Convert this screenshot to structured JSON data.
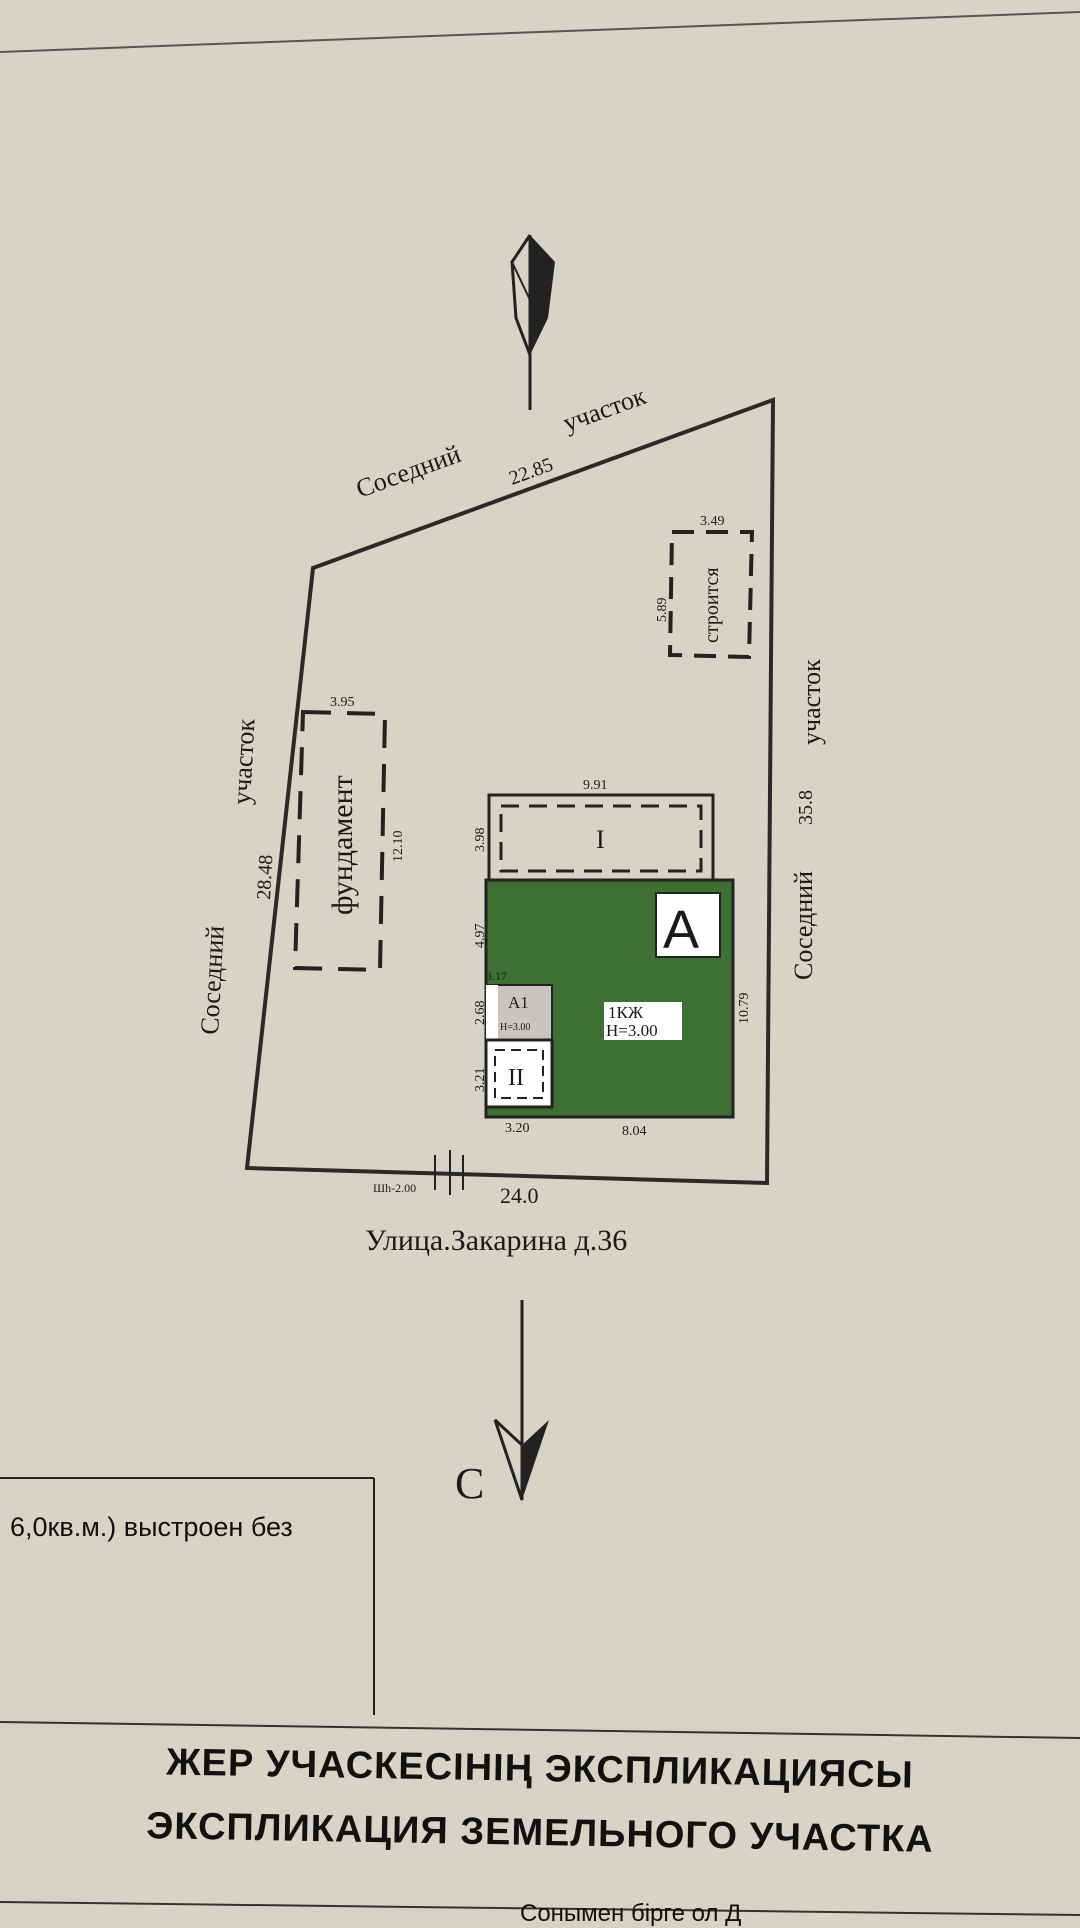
{
  "north_arrow": {},
  "south_label": "С",
  "neighbors": {
    "top_word1": "Соседний",
    "top_word2": "участок",
    "left_word1": "Соседний",
    "left_word2": "участок",
    "right_word1": "Соседний",
    "right_word2": "участок"
  },
  "dimensions": {
    "top": "22.85",
    "left": "28.48",
    "right": "35.8",
    "bottom": "24.0",
    "gate": "Шh-2.00"
  },
  "buildings": {
    "foundation": {
      "label": "фундамент",
      "width": "3.95",
      "length": "12.10"
    },
    "under_construction": {
      "label": "строится",
      "width": "3.49",
      "length": "5.89"
    },
    "shed_I": {
      "label": "I",
      "width": "9.91",
      "depth": "3.98"
    },
    "house_A": {
      "label": "A",
      "type": "1КЖ",
      "height": "H=3.00",
      "left_height": "4.97",
      "right_height": "10.79",
      "bottom_width": "8.04"
    },
    "annex_A1": {
      "label": "A1",
      "height": "H=3.00",
      "depth": "2.68",
      "width_top": "3.17"
    },
    "porch_II": {
      "label": "II",
      "depth": "3.21",
      "width": "3.20"
    }
  },
  "address": "Улица.Закарина д.36",
  "note_text": "6,0кв.м.) выстроен без",
  "title_kz": "ЖЕР УЧАСКЕСІНІҢ ЭКСПЛИКАЦИЯСЫ",
  "title_ru": "ЭКСПЛИКАЦИЯ ЗЕМЕЛЬНОГО УЧАСТКА",
  "cut_text": "Сонымен бірге ол Д"
}
